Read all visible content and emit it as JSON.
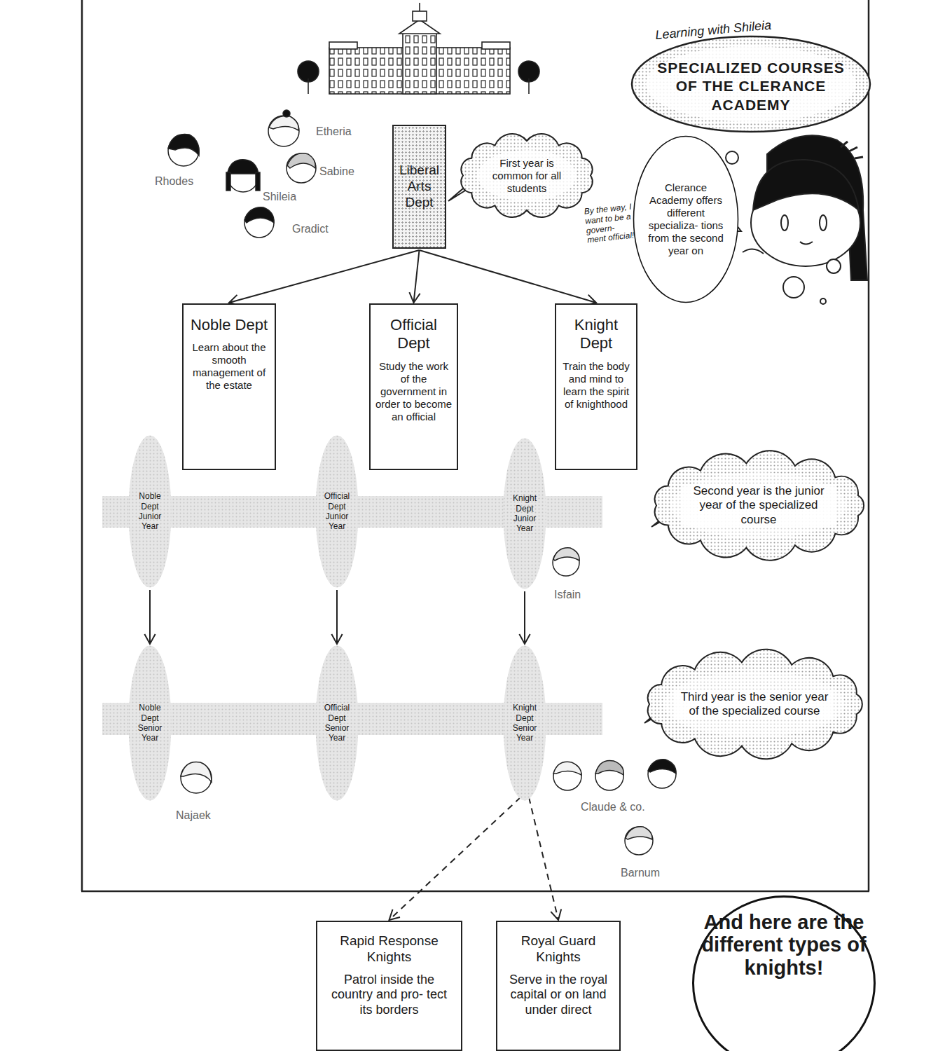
{
  "diagram": {
    "title": "SPECIALIZED COURSES OF THE CLERANCE ACADEMY",
    "nodes": [
      {
        "text": [
          "Liberal Arts Dept"
        ]
      },
      {
        "text": [
          "First year is common for all students"
        ]
      },
      {
        "text": [
          "Clerance Academy offers different specializa- tions from the second year on"
        ]
      },
      {
        "text": [
          "Noble Dept",
          "Learn about the smooth management of the estate"
        ]
      },
      {
        "text": [
          "Official Dept",
          "Study the work of the government in order to become an official"
        ]
      },
      {
        "text": [
          "Knight Dept",
          "Train the body and mind to learn the spirit of knighthood"
        ]
      },
      {
        "text": [
          "Noble Dept Junior Year"
        ]
      },
      {
        "text": [
          "Official Dept Junior Year"
        ]
      },
      {
        "text": [
          "Knight Dept Junior Year"
        ]
      },
      {
        "text": [
          "Second year is the junior year of the specialized course"
        ]
      },
      {
        "text": [
          "Noble Dept Senior Year"
        ]
      },
      {
        "text": [
          "Official Dept Senior Year"
        ]
      },
      {
        "text": [
          "Knight Dept Senior Year"
        ]
      },
      {
        "text": [
          "Third year is the senior year of the specialized course"
        ]
      },
      {
        "text": [
          "Rapid Response Knights",
          "Patrol inside the country and pro- tect its borders"
        ]
      },
      {
        "text": [
          "Royal Guard Knights",
          "Serve in the royal capital or on land under direct"
        ]
      },
      {
        "text": [
          "And here are the different types of knights!"
        ]
      }
    ],
    "edges": [
      {
        "from": 0,
        "to": 3,
        "arrow": "to"
      },
      {
        "from": 0,
        "to": 4,
        "arrow": "to"
      },
      {
        "from": 0,
        "to": 5,
        "arrow": "to"
      },
      {
        "from": 6,
        "to": 10,
        "arrow": "to"
      },
      {
        "from": 7,
        "to": 11,
        "arrow": "to"
      },
      {
        "from": 8,
        "to": 12,
        "arrow": "to"
      },
      {
        "from": 12,
        "to": 14,
        "arrow": "to"
      },
      {
        "from": 12,
        "to": 15,
        "arrow": "to"
      }
    ],
    "labels": [
      "Learning with Shileia",
      "Etheria",
      "Rhodes",
      "Sabine",
      "Shileia",
      "Gradict",
      "By the way, I want to be a govern- ment official!",
      "Isfain",
      "Najaek",
      "Claude & co.",
      "Barnum"
    ]
  }
}
